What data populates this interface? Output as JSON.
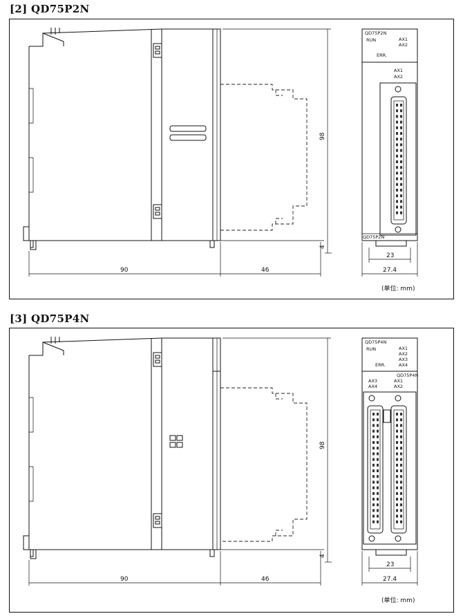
{
  "sections": [
    {
      "heading": "[2] QD75P2N",
      "model": "QD75P2N",
      "led_run": "RUN",
      "led_err": "ERR.",
      "axis_leds": [
        "AX1",
        "AX2"
      ],
      "connector_labels_right": [
        "AX1",
        "AX2"
      ],
      "bottom_label": "QD75P2N",
      "dims": {
        "width_side": "90",
        "cable": "46",
        "height": "98",
        "small": "4",
        "front_a": "23",
        "front_b": "27.4"
      },
      "unit": "(单位: mm)"
    },
    {
      "heading": "[3] QD75P4N",
      "model": "QD75P4N",
      "led_run": "RUN",
      "led_err": "ERR.",
      "axis_leds": [
        "AX1",
        "AX2",
        "AX3",
        "AX4"
      ],
      "top_label": "QD75P4N",
      "connector_labels_left": [
        "AX3",
        "AX4"
      ],
      "connector_labels_right": [
        "AX1",
        "AX2"
      ],
      "dims": {
        "width_side": "90",
        "cable": "46",
        "height": "98",
        "small": "4",
        "front_a": "23",
        "front_b": "27.4"
      },
      "unit": "(单位: mm)"
    }
  ]
}
